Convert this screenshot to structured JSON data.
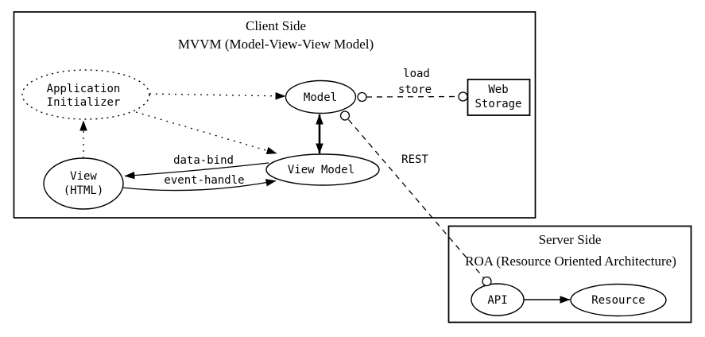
{
  "diagram": {
    "client": {
      "title": "Client Side",
      "subtitle": "MVVM (Model-View-View Model)",
      "nodes": {
        "app_initializer": {
          "line1": "Application",
          "line2": "Initializer"
        },
        "model": {
          "label": "Model"
        },
        "web_storage": {
          "line1": "Web",
          "line2": "Storage"
        },
        "view_model": {
          "label": "View Model"
        },
        "view": {
          "line1": "View",
          "line2": "(HTML)"
        }
      },
      "edge_labels": {
        "load": "load",
        "store": "store",
        "data_bind": "data-bind",
        "event_handle": "event-handle"
      }
    },
    "server": {
      "title": "Server Side",
      "subtitle": "ROA (Resource Oriented Architecture)",
      "nodes": {
        "api": {
          "label": "API"
        },
        "resource": {
          "label": "Resource"
        }
      }
    },
    "connector": {
      "rest_label": "REST"
    },
    "colors": {
      "line": "#000000",
      "background": "#ffffff"
    }
  }
}
